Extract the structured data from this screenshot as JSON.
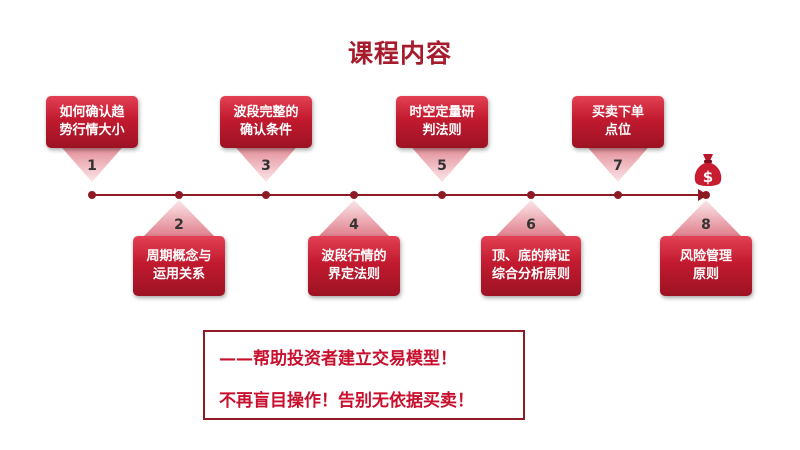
{
  "title": "课程内容",
  "steps": [
    {
      "number": "1",
      "lines": [
        "如何确认趋",
        "势行情大小"
      ]
    },
    {
      "number": "2",
      "lines": [
        "周期概念与",
        "运用关系"
      ]
    },
    {
      "number": "3",
      "lines": [
        "波段完整的",
        "确认条件"
      ]
    },
    {
      "number": "4",
      "lines": [
        "波段行情的",
        "界定法则"
      ]
    },
    {
      "number": "5",
      "lines": [
        "时空定量研",
        "判法则"
      ]
    },
    {
      "number": "6",
      "lines": [
        "顶、底的辩证",
        "综合分析原则"
      ]
    },
    {
      "number": "7",
      "lines": [
        "买卖下单",
        "点位"
      ]
    },
    {
      "number": "8",
      "lines": [
        "风险管理",
        "原则"
      ]
    }
  ],
  "bag_symbol": "$",
  "icons": {
    "end_marker": "money-bag-icon"
  },
  "message": {
    "line1": "——帮助投资者建立交易模型！",
    "line2": "不再盲目操作！告别无依据买卖！"
  },
  "colors": {
    "accent": "#c21a2f",
    "dark_accent": "#8e1a26",
    "message_text": "#c8102e"
  }
}
